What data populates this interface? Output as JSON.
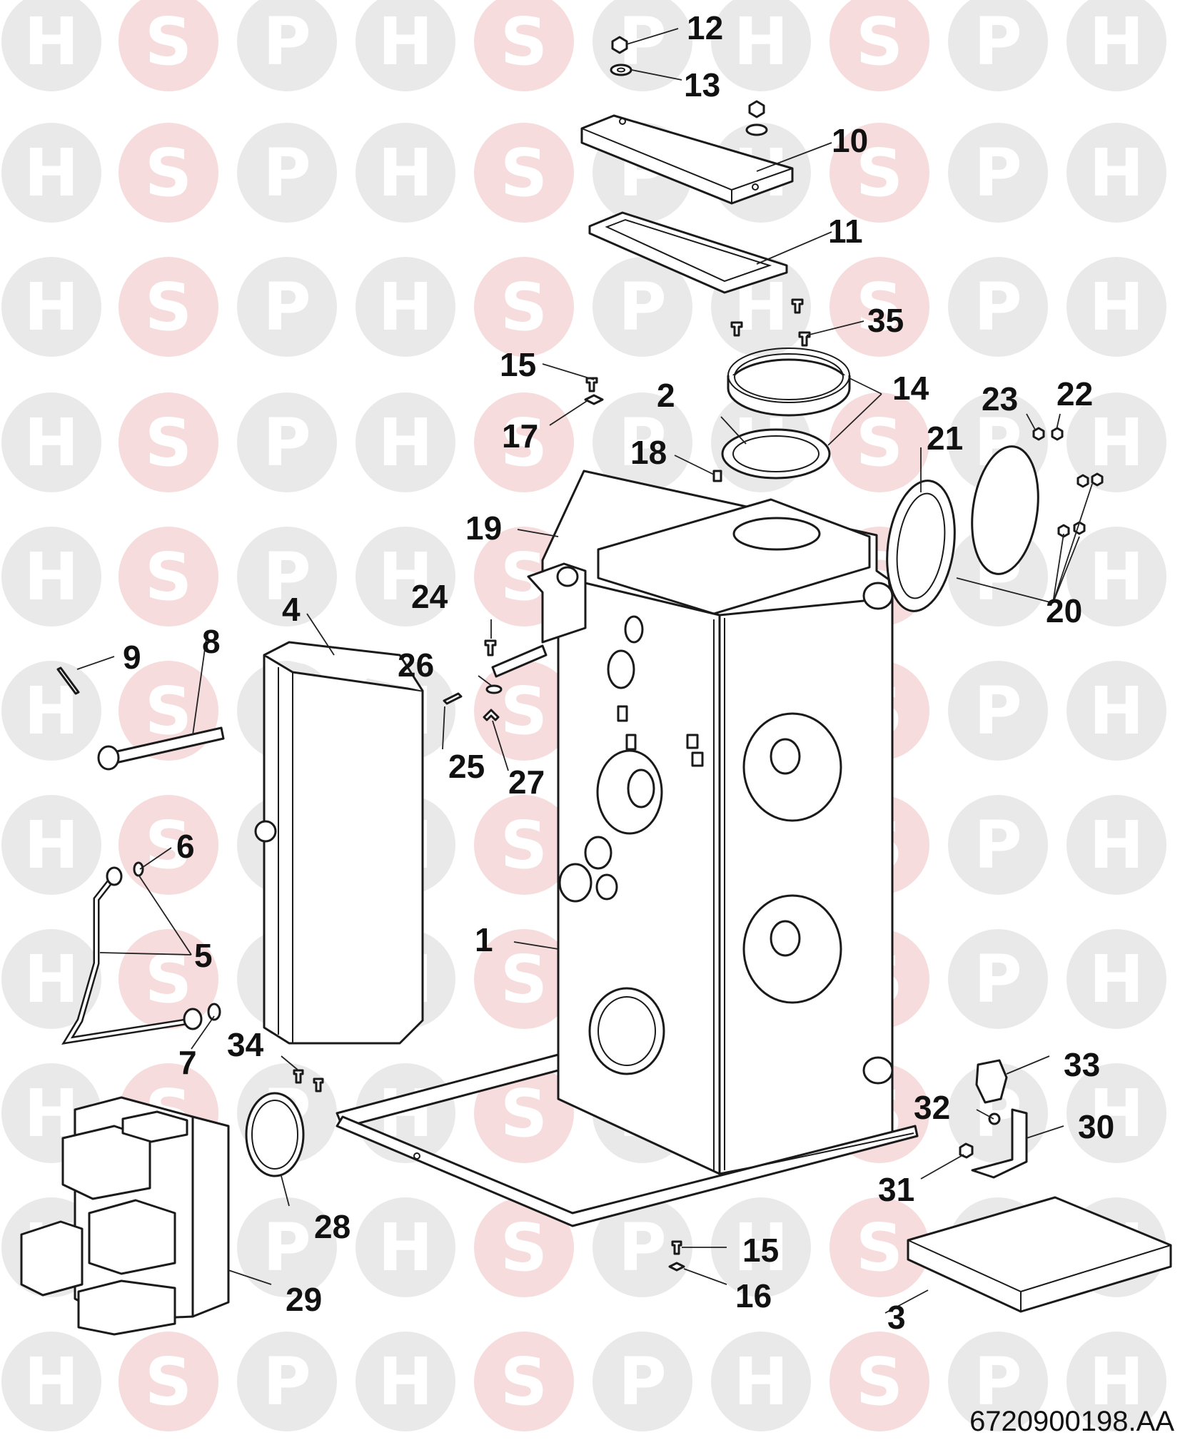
{
  "watermark": {
    "letters": [
      "H",
      "S",
      "P"
    ],
    "circle_color": "#e9e9e9",
    "letter_color": "#ffffff",
    "s_circle_color": "#f6dcdc"
  },
  "diagram": {
    "reference_code": "6720900198.AA",
    "part_labels": [
      "1",
      "2",
      "3",
      "4",
      "5",
      "6",
      "7",
      "8",
      "9",
      "10",
      "11",
      "12",
      "13",
      "14",
      "15",
      "15",
      "16",
      "17",
      "18",
      "19",
      "20",
      "21",
      "22",
      "23",
      "24",
      "25",
      "26",
      "27",
      "28",
      "29",
      "30",
      "31",
      "32",
      "33",
      "34",
      "35"
    ]
  }
}
